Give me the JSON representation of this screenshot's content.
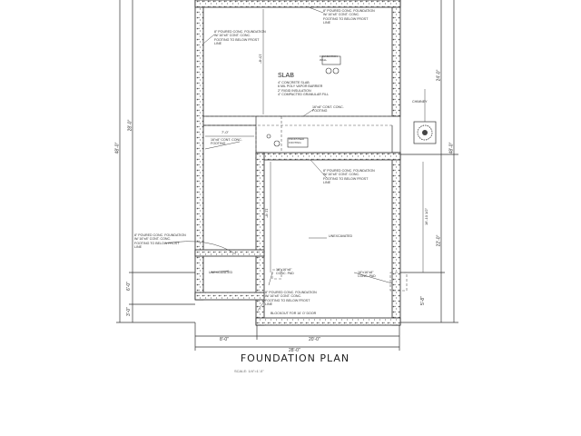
{
  "plan": {
    "title": "FOUNDATION PLAN",
    "scale": "SCALE: 1/4\"=1'-0\"",
    "slab_heading": "SLAB",
    "slab_notes": "4\" CONCRETE SLAB\n6 MIL POLY VAPOR BARRIER\n2\" RIGID INSULATION\n4\" COMPACTED GRANULAR FILL",
    "notes": {
      "top_right_foundation": "8\" POURED CONC. FOUNDATION\nW/ 16\"x8\" CONT. CONC.\nFOOTING TO BELOW FROST\nLINE",
      "upper_left_foundation": "8\" POURED CONC. FOUNDATION\nW/ 16\"x8\" CONT. CONC.\nFOOTING TO BELOW FROST\nLINE",
      "footing_mid": "16\"x8\" CONT. CONC.\nFOOTING",
      "footing_left": "16\"x8\" CONT. CONC.\nFOOTING",
      "mid_right_foundation": "8\" POURED CONC. FOUNDATION\nW/ 16\"x8\" CONT. CONC.\nFOOTING TO BELOW FROST\nLINE",
      "left_foundation": "8\" POURED CONC. FOUNDATION\nW/ 16\"x8\" CONT. CONC.\nFOOTING TO BELOW FROST\nLINE",
      "pad_left": "16\"x16\"x8\"\nCONC. PAD",
      "pad_right": "16\"x16\"x8\"\nCONC. PAD",
      "bottom_foundation": "8\" POURED CONC. FOUNDATION\nW/ 16\"x8\" CONT. CONC.\nFOOTING TO BELOW FROST\nLINE",
      "blockout": "BLOCKOUT FOR 16' O' DOOR",
      "unexcavated_right": "UNEXCAVATED",
      "unexcavated_left": "UNEXCAVATED",
      "chimney": "CHIMNEY",
      "foundation_wall": "FOUNDATION\nWALL",
      "proposed": "PROPOSED\nFOOTING"
    },
    "dimensions": {
      "overall_bottom": "28'-0\"",
      "bottom_left": "8'-0\"",
      "bottom_right": "20'-0\"",
      "left_overall": "48'-0\"",
      "left_upper": "28'-0\"",
      "left_mid": "6'-0\"",
      "left_low": "3'-0\"",
      "right_overall": "48'-0\"",
      "right_upper": "24'-0\"",
      "right_mid": "22'-0\"",
      "right_low": "5'-8\"",
      "inner_top": "15'-8\"",
      "inner_left": "7'-0\"",
      "inner_center": "11'-6\"",
      "inner_right": "16'-10 1/2\""
    }
  }
}
